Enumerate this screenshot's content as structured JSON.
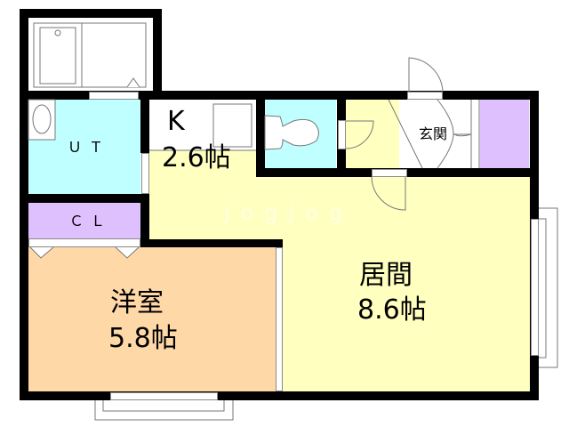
{
  "floorplan": {
    "rooms": {
      "kitchen": {
        "name": "K",
        "size": "2.6帖",
        "color": "#ffffc0"
      },
      "utility": {
        "name": "ＵＴ",
        "color": "#c0ffff"
      },
      "closet": {
        "name": "ＣＬ",
        "color": "#dfc0ff"
      },
      "western_room": {
        "name": "洋室",
        "size": "5.8帖",
        "color": "#ffd8a8"
      },
      "living_room": {
        "name": "居間",
        "size": "8.6帖",
        "color": "#ffffc0"
      },
      "entrance": {
        "name": "玄関",
        "color": "#ffffff"
      },
      "shoe_storage": {
        "color": "#dfc0ff"
      },
      "toilet": {
        "color": "#c0ffff"
      },
      "bathroom": {
        "color": "#ffffff"
      }
    },
    "watermark": "jogjog",
    "wall_color": "#000000"
  }
}
